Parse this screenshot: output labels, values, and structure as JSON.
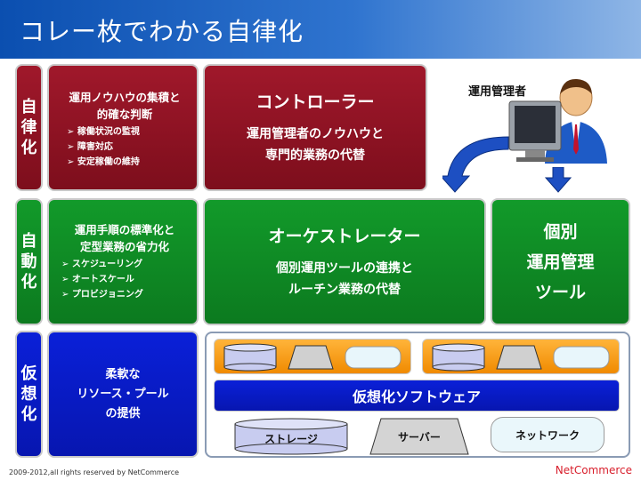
{
  "title": "コレー枚でわかる自律化",
  "layers": {
    "autonomy": {
      "label": "自律化"
    },
    "automation": {
      "label": "自動化"
    },
    "virtualization": {
      "label": "仮想化"
    }
  },
  "autonomy_desc": {
    "heading_line1": "運用ノウハウの集積と",
    "heading_line2": "的確な判断",
    "bullets": [
      "稼働状況の監視",
      "障害対応",
      "安定稼働の維持"
    ]
  },
  "controller": {
    "title": "コントローラー",
    "line1": "運用管理者のノウハウと",
    "line2": "専門的業務の代替"
  },
  "admin_label": "運用管理者",
  "automation_desc": {
    "heading_line1": "運用手順の標準化と",
    "heading_line2": "定型業務の省力化",
    "bullets": [
      "スケジューリング",
      "オートスケール",
      "プロビジョニング"
    ]
  },
  "orchestrator": {
    "title": "オーケストレーター",
    "line1": "個別運用ツールの連携と",
    "line2": "ルーチン業務の代替"
  },
  "individual_tool": {
    "line1": "個別",
    "line2": "運用管理",
    "line3": "ツール"
  },
  "virtualization_desc": {
    "line1": "柔軟な",
    "line2": "リソース・プール",
    "line3": "の提供"
  },
  "virtualization_software": "仮想化ソフトウェア",
  "resources": {
    "storage": "ストレージ",
    "server": "サーバー",
    "network": "ネットワーク"
  },
  "footer": "2009-2012,all rights reserved by NetCommerce",
  "brand": "NetCommerce",
  "colors": {
    "red": "#8b1223",
    "green": "#0f8a25",
    "blue": "#0a1ec8",
    "orange": "#f39800",
    "title_bar": "#1a5ec0"
  }
}
